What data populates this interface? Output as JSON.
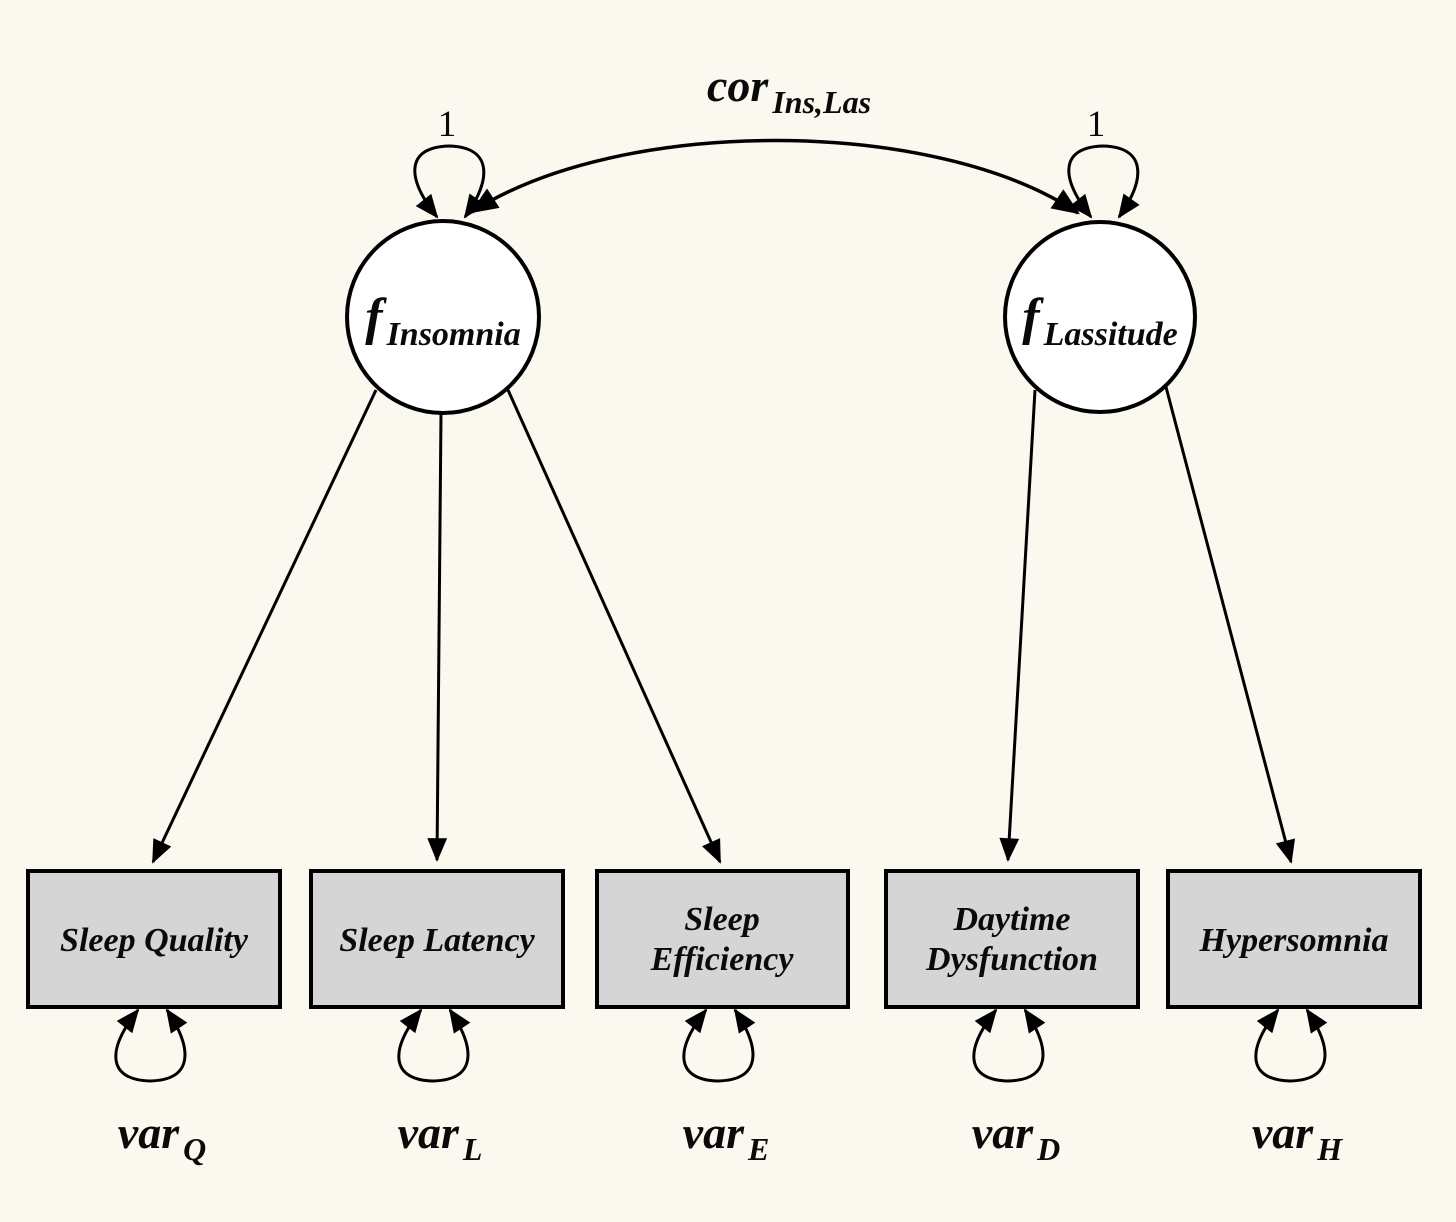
{
  "correlation_label": {
    "main": "cor",
    "sub": "Ins,Las"
  },
  "factors": [
    {
      "name": "Insomnia",
      "symbol_main": "f",
      "symbol_sub": "Insomnia",
      "variance_label": "1"
    },
    {
      "name": "Lassitude",
      "symbol_main": "f",
      "symbol_sub": "Lassitude",
      "variance_label": "1"
    }
  ],
  "indicators": [
    {
      "label_lines": [
        "Sleep Quality"
      ],
      "error_main": "var",
      "error_sub": "Q"
    },
    {
      "label_lines": [
        "Sleep Latency"
      ],
      "error_main": "var",
      "error_sub": "L"
    },
    {
      "label_lines": [
        "Sleep",
        "Efficiency"
      ],
      "error_main": "var",
      "error_sub": "E"
    },
    {
      "label_lines": [
        "Daytime",
        "Dysfunction"
      ],
      "error_main": "var",
      "error_sub": "D"
    },
    {
      "label_lines": [
        "Hypersomnia"
      ],
      "error_main": "var",
      "error_sub": "H"
    }
  ],
  "colors": {
    "background": "#fbf8f0",
    "box_fill": "#d5d5d5",
    "node_fill": "#ffffff",
    "stroke": "#000000"
  }
}
